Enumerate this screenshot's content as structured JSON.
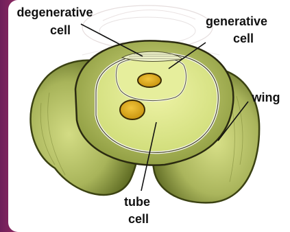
{
  "labels": {
    "degenerative_line1": "degenerative",
    "degenerative_line2": "cell",
    "generative_line1": "generative",
    "generative_line2": "cell",
    "wing": "wing",
    "tube_line1": "tube",
    "tube_line2": "cell"
  },
  "colors": {
    "background_edge": "#e8621c",
    "grain_body": "#b8c264",
    "cell_interior": "#e0ec8c",
    "nucleus": "#e2b21e",
    "outline": "#2a2a10"
  }
}
